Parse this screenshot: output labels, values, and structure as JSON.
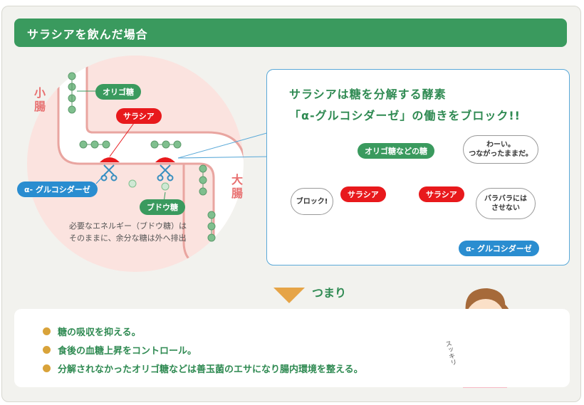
{
  "header": {
    "title": "サラシアを飲んだ場合"
  },
  "diagram": {
    "small_intestine": "小腸",
    "large_intestine": "大腸",
    "oligo_label": "オリゴ糖",
    "salacia_label": "サラシア",
    "enzyme_label": "α- グルコシダーゼ",
    "glucose_label": "ブドウ糖",
    "note": "必要なエネルギー（ブドウ糖）はそのままに、余分な糖は外へ排出"
  },
  "callout": {
    "title_line1": "サラシアは糖を分解する酵素",
    "title_line2": "「α-グルコシダーゼ」の働きをブロック!!",
    "oligo_label": "オリゴ糖などの糖",
    "bubble_happy": "わーい。\nつながったままだ。",
    "bubble_block": "ブロック!",
    "bubble_no_split": "バラバラには\nさせない",
    "salacia_left": "サラシア",
    "salacia_right": "サラシア",
    "enzyme_label": "α- グルコシダーゼ"
  },
  "summary": {
    "label": "つまり",
    "items": [
      "糖の吸収を抑える。",
      "食後の血糖上昇をコントロール。",
      "分解されなかったオリゴ糖などは善玉菌のエサになり腸内環境を整える。"
    ],
    "speech": "スッキリ"
  },
  "colors": {
    "green": "#3a9a5e",
    "red": "#e8191c",
    "blue": "#2a8dd0",
    "pink": "#f8d4d0",
    "dot": "#d9a33a"
  }
}
